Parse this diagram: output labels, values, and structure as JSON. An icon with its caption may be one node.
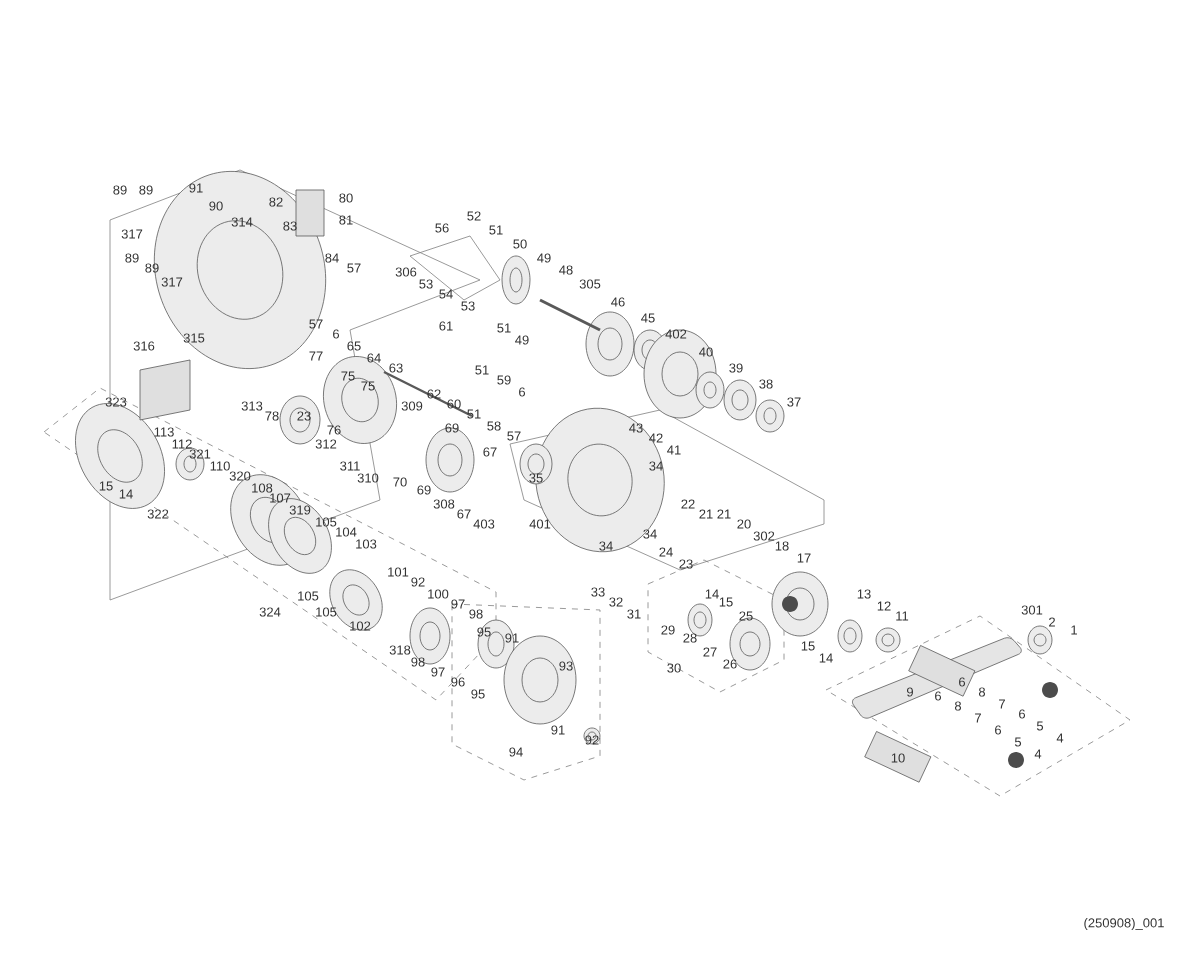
{
  "diagram": {
    "labels": [
      "89",
      "89",
      "91",
      "90",
      "80",
      "82",
      "81",
      "83",
      "314",
      "56",
      "52",
      "51",
      "50",
      "49",
      "48",
      "305",
      "317",
      "89",
      "89",
      "317",
      "84",
      "57",
      "306",
      "53",
      "54",
      "53",
      "51",
      "49",
      "46",
      "45",
      "316",
      "315",
      "57",
      "6",
      "65",
      "64",
      "63",
      "61",
      "402",
      "40",
      "39",
      "38",
      "37",
      "77",
      "75",
      "75",
      "51",
      "59",
      "6",
      "313",
      "78",
      "23",
      "76",
      "312",
      "309",
      "62",
      "60",
      "51",
      "58",
      "57",
      "43",
      "42",
      "41",
      "323",
      "113",
      "112",
      "321",
      "110",
      "320",
      "69",
      "67",
      "108",
      "107",
      "311",
      "310",
      "70",
      "69",
      "308",
      "67",
      "403",
      "35",
      "401",
      "34",
      "319",
      "105",
      "104",
      "103",
      "15",
      "14",
      "322",
      "34",
      "34",
      "22",
      "21",
      "21",
      "20",
      "302",
      "18",
      "17",
      "24",
      "23",
      "101",
      "92",
      "100",
      "97",
      "98",
      "33",
      "32",
      "31",
      "14",
      "15",
      "25",
      "105",
      "324",
      "105",
      "102",
      "95",
      "29",
      "28",
      "27",
      "26",
      "30",
      "15",
      "14",
      "13",
      "12",
      "11",
      "301",
      "2",
      "1",
      "318",
      "98",
      "97",
      "96",
      "95",
      "91",
      "93",
      "9",
      "6",
      "8",
      "7",
      "6",
      "5",
      "4",
      "6",
      "8",
      "7",
      "6",
      "5",
      "4",
      "91",
      "92",
      "94",
      "10",
      "(250908)_001"
    ]
  }
}
